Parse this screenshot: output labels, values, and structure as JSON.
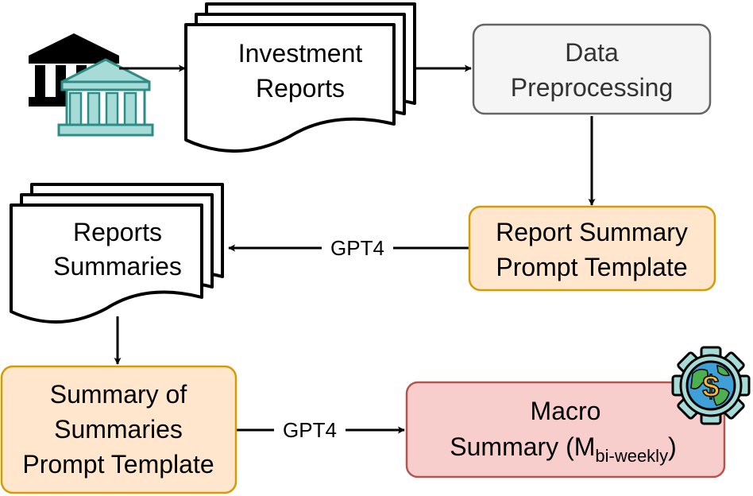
{
  "diagram": {
    "nodes": {
      "investment_reports": {
        "lines": [
          "Investment",
          "Reports"
        ]
      },
      "data_preprocessing": {
        "lines": [
          "Data",
          "Preprocessing"
        ]
      },
      "report_summary_template": {
        "lines": [
          "Report Summary",
          "Prompt Template"
        ]
      },
      "reports_summaries": {
        "lines": [
          "Reports",
          "Summaries"
        ]
      },
      "summary_of_summaries_template": {
        "lines": [
          "Summary of",
          "Summaries",
          "Prompt Template"
        ]
      },
      "macro_summary": {
        "line1": "Macro",
        "line2_main": "Summary (M",
        "line2_sub": "bi-weekly",
        "line2_end": ")"
      }
    },
    "edges": {
      "template_to_summaries": "GPT4",
      "sos_to_macro": "GPT4"
    },
    "icons": {
      "source": "bank-building-icon",
      "macro": "globe-dollar-gear-icon"
    },
    "colors": {
      "stroke": "#000000",
      "preprocess_fill": "#f5f5f5",
      "preprocess_stroke": "#666666",
      "preprocess_text": "#333333",
      "template_fill": "#ffe6cc",
      "template_stroke": "#d79b00",
      "macro_fill": "#f8cecc",
      "macro_stroke": "#b85450",
      "bank_teal": "#a7dbd8",
      "bank_teal_stroke": "#2c8d86"
    }
  }
}
